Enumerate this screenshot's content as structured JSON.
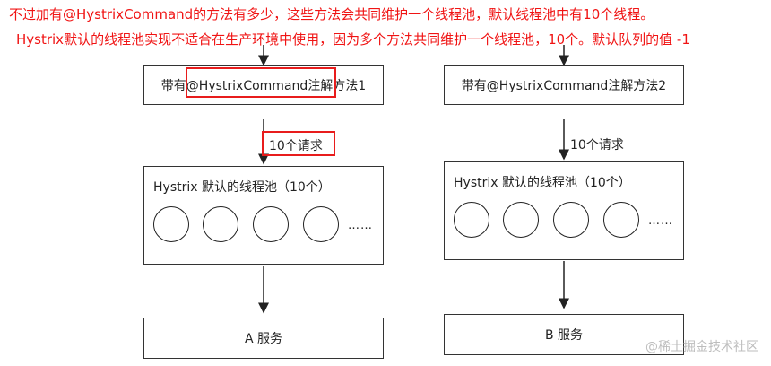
{
  "notes": {
    "line1": "不过加有@HystrixCommand的方法有多少，这些方法会共同维护一个线程池，默认线程池中有10个线程。",
    "line2": "Hystrix默认的线程池实现不适合在生产环境中使用，因为多个方法共同维护一个线程池，10个。默认队列的值 -1"
  },
  "left": {
    "method_label": "带有@HystrixCommand注解方法1",
    "request_label": "10个请求",
    "pool_title": "Hystrix 默认的线程池（10个）",
    "pool_dots": "……",
    "service_label": "A 服务"
  },
  "right": {
    "method_label": "带有@HystrixCommand注解方法2",
    "request_label": "10个请求",
    "pool_title": "Hystrix 默认的线程池（10个）",
    "pool_dots": "……",
    "service_label": "B 服务"
  },
  "watermark": "@稀土掘金技术社区",
  "colors": {
    "annotation": "#f01414",
    "line": "#222222"
  }
}
